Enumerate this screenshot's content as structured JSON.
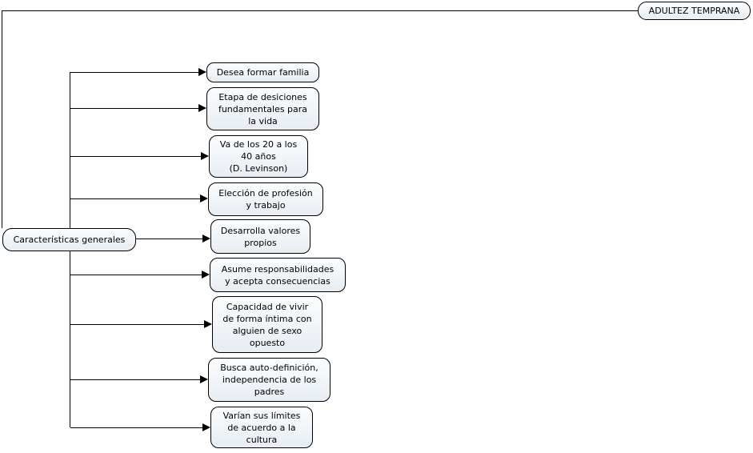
{
  "diagram": {
    "title": "ADULTEZ TEMPRANA",
    "root": {
      "label": "ADULTEZ TEMPRANA"
    },
    "branch": {
      "label": "Características generales"
    },
    "children": [
      {
        "label": "Desea formar familia"
      },
      {
        "label": "Etapa de desiciones\nfundamentales para\nla vida"
      },
      {
        "label": "Va de los 20 a los\n40 años\n(D. Levinson)"
      },
      {
        "label": "Elección de profesión\ny trabajo"
      },
      {
        "label": "Desarrolla valores\npropios"
      },
      {
        "label": "Asume responsabilidades\ny acepta consecuencias"
      },
      {
        "label": "Capacidad de vivir\nde forma íntima con\nalguien de sexo\nopuesto"
      },
      {
        "label": "Busca auto-definición,\nindependencia de los\npadres"
      },
      {
        "label": "Varían sus límites\nde acuerdo a la\ncultura"
      }
    ],
    "colors": {
      "node_fill_top": "#fbfdfe",
      "node_fill_bottom": "#e7edf3",
      "node_border": "#000000",
      "connector": "#000000",
      "text": "#000000",
      "background": "#ffffff"
    }
  }
}
